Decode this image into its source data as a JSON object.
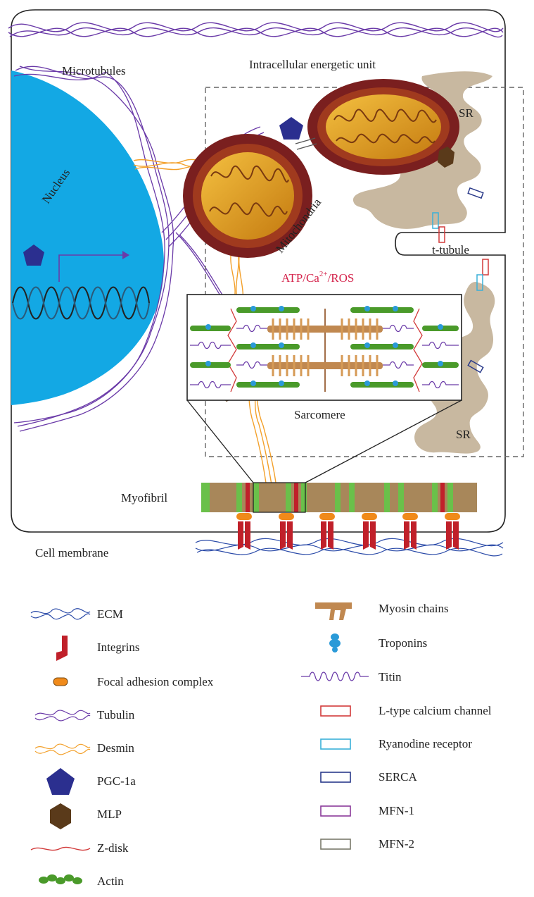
{
  "labels": {
    "microtubules": "Microtubules",
    "energetic_unit": "Intracellular energetic unit",
    "nucleus": "Nucleus",
    "mitochondria": "Mitochondria",
    "sr_top": "SR",
    "sr_bottom": "SR",
    "t_tubule": "t-tubule",
    "atp_prefix": "ATP/Ca",
    "atp_superscript": "2+",
    "atp_suffix": "/ROS",
    "sarcomere": "Sarcomere",
    "myofibril": "Myofibril",
    "cell_membrane": "Cell membrane"
  },
  "legend": {
    "left": [
      {
        "label": "ECM",
        "icon": "ecm-icon"
      },
      {
        "label": "Integrins",
        "icon": "integrin-icon"
      },
      {
        "label": "Focal adhesion complex",
        "icon": "focal-adhesion-icon"
      },
      {
        "label": "Tubulin",
        "icon": "tubulin-icon"
      },
      {
        "label": "Desmin",
        "icon": "desmin-icon"
      },
      {
        "label": "PGC-1a",
        "icon": "pgc1a-pentagon-icon"
      },
      {
        "label": "MLP",
        "icon": "mlp-hexagon-icon"
      },
      {
        "label": "Z-disk",
        "icon": "z-disk-icon"
      },
      {
        "label": "Actin",
        "icon": "actin-icon"
      }
    ],
    "right": [
      {
        "label": "Myosin chains",
        "icon": "myosin-icon"
      },
      {
        "label": "Troponins",
        "icon": "troponin-icon"
      },
      {
        "label": "Titin",
        "icon": "titin-icon"
      },
      {
        "label": "L-type calcium channel",
        "icon": "l-type-channel-icon"
      },
      {
        "label": "Ryanodine receptor",
        "icon": "ryanodine-receptor-icon"
      },
      {
        "label": "SERCA",
        "icon": "serca-icon"
      },
      {
        "label": "MFN-1",
        "icon": "mfn1-icon"
      },
      {
        "label": "MFN-2",
        "icon": "mfn2-icon"
      }
    ]
  },
  "colors": {
    "nucleus": "#13a8e4",
    "tubulin": "#6a3aa8",
    "desmin": "#f3a02a",
    "ecm": "#2a4aa8",
    "integrin": "#c0202a",
    "focal": "#f08a1a",
    "pgc1a": "#2b2f8f",
    "mlp": "#5a3a1a",
    "sr": "#c8b8a0",
    "mito_outer": "#7a1f1f",
    "mito_inner": "#e8a820",
    "l_type": "#d23a3a",
    "ryanodine": "#3ab0d8",
    "serca": "#2a3a8a",
    "mfn1": "#8a3a9a",
    "mfn2": "#7a7a6a",
    "z_disk": "#d23a3a",
    "actin": "#4a9a2a",
    "myosin": "#c08850",
    "troponin": "#2a9ad8",
    "titin": "#6a3aa8",
    "myofibril_base": "#a8875a",
    "myofibril_green": "#6ac04a"
  }
}
